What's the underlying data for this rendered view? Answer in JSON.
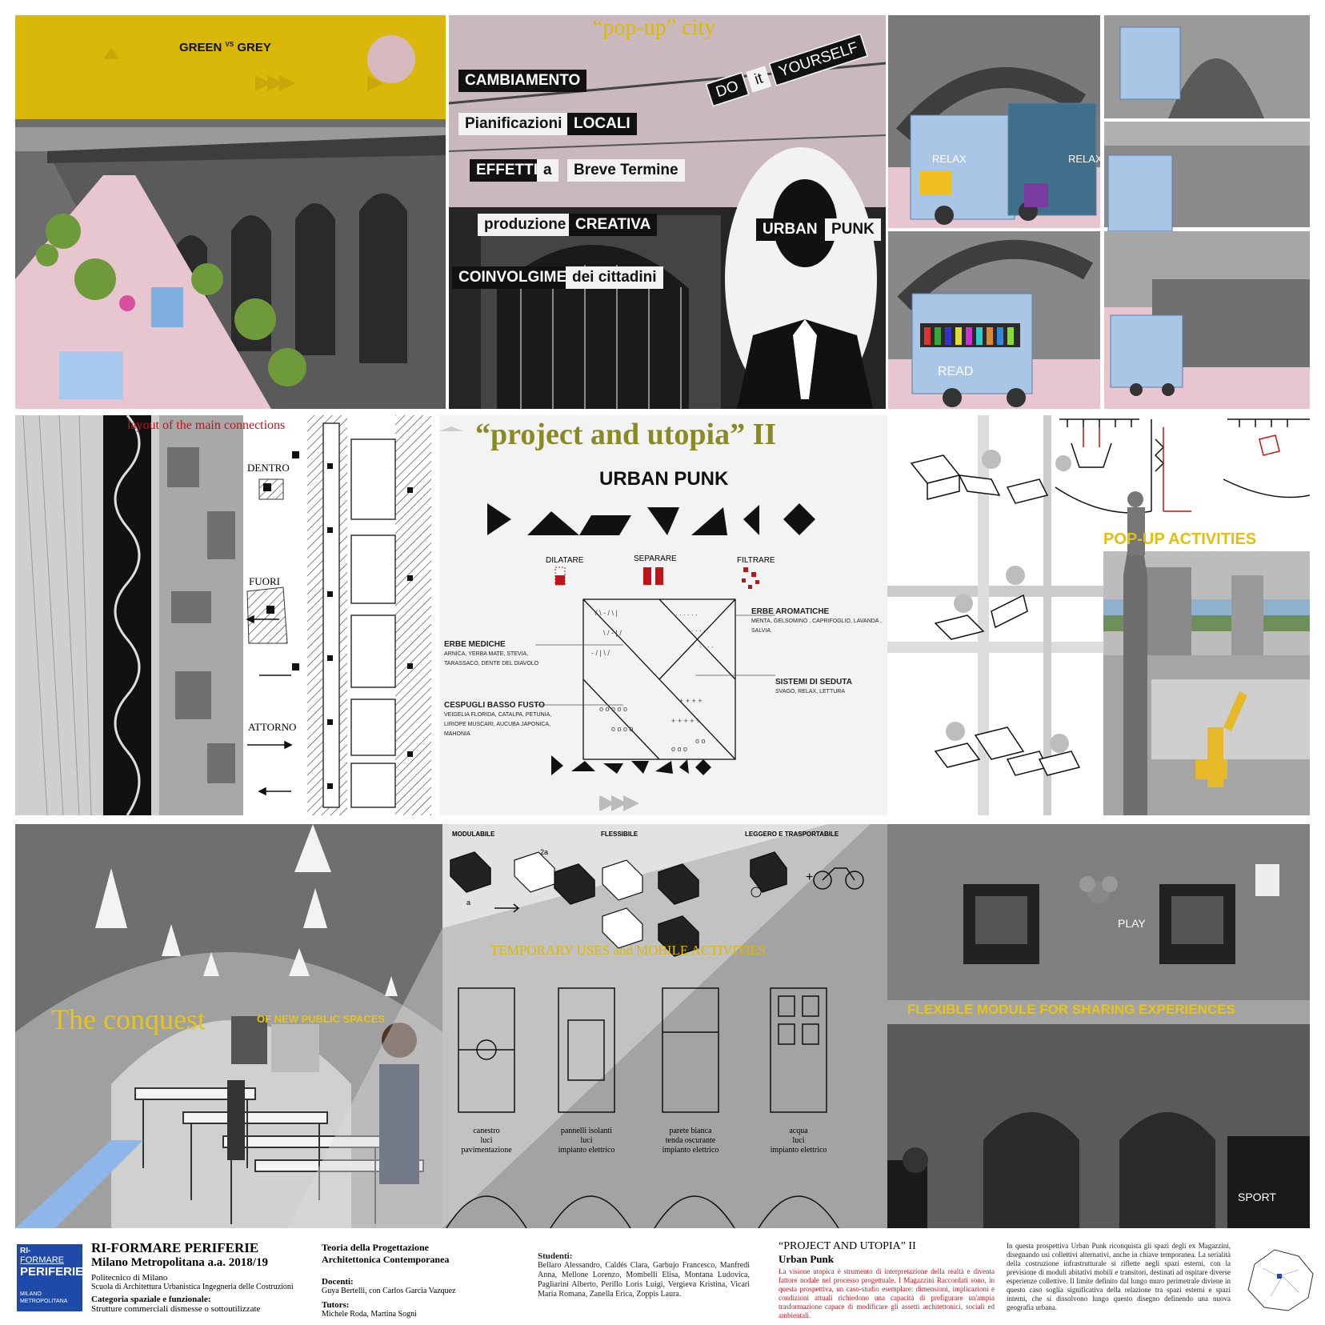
{
  "row1": {
    "green": {
      "title_a": "GREEN",
      "title_vs": "VS",
      "title_b": "GREY"
    },
    "popup": {
      "title": "“pop-up” city",
      "labels": [
        "CAMBIAMENTO",
        "Pianificazioni",
        "LOCALI",
        "EFFETTI",
        "a",
        "Breve Termine",
        "produzione",
        "CREATIVA",
        "COINVOLGIMENTO",
        "dei cittadini",
        "URBAN",
        "PUNK"
      ],
      "diy": [
        "DO",
        "it",
        "YOURSELF"
      ]
    },
    "trailers": {
      "relax": "RELAX",
      "relax2": "RELAX",
      "read": "READ"
    }
  },
  "row2": {
    "connections": {
      "title": "layout of the main connections",
      "dentro": "DENTRO",
      "fuori": "FUORI",
      "attorno": "ATTORNO"
    },
    "utopia": {
      "title": "“project and utopia” II",
      "subtitle": "URBAN PUNK",
      "ops": [
        "DILATARE",
        "SEPARARE",
        "FILTRARE"
      ],
      "tags": [
        {
          "head": "ERBE AROMATICHE",
          "body": "MENTA, GELSOMINO , CAPRIFOGLIO, LAVANDA , SALVIA"
        },
        {
          "head": "ERBE MEDICHE",
          "body": "ARNICA, YERBA MATE, STEVIA, TARASSACO, DENTE DEL DIAVOLO"
        },
        {
          "head": "SISTEMI DI SEDUTA",
          "body": "SVAGO, RELAX, LETTURA"
        },
        {
          "head": "CESPUGLI BASSO FUSTO",
          "body": "VEIGELIA FLORIDA, CATALPA, PETUNIA, LIRIOPE MUSCARI, AUCUBA JAPONICA, MAHONIA"
        }
      ]
    },
    "popup_act": "POP-UP ACTIVITIES"
  },
  "row3": {
    "conquest": {
      "a": "The conquest",
      "b": "OF NEW PUBLIC SPACES"
    },
    "modules": {
      "labels": [
        "MODULABILE",
        "FLESSIBILE",
        "LEGGERO E TRASPORTABILE"
      ],
      "a": "a",
      "a2": "2a",
      "plus": "+",
      "temp": "TEMPORARY USES and MOBILE ACTIVITIES",
      "plans": [
        {
          "l1": "canestro",
          "l2": "luci",
          "l3": "pavimentazione"
        },
        {
          "l1": "pannelli isolanti",
          "l2": "luci",
          "l3": "impianto elettrico"
        },
        {
          "l1": "parete bianca",
          "l2": "tenda oscurante",
          "l3": "impianto elettrico"
        },
        {
          "l1": "acqua",
          "l2": "luci",
          "l3": "impianto elettrico"
        }
      ]
    },
    "flex": "FLEXIBLE MODULE FOR SHARING EXPERIENCES",
    "play": "PLAY",
    "sport": "SPORT"
  },
  "footer": {
    "logo_top": "RI-",
    "logo_mid": "FORMARE",
    "logo_big": "PERIFERIE",
    "logo_sub": "MILANO METROPOLITANA",
    "title": "RI-FORMARE PERIFERIE",
    "subtitle": "Milano Metropolitana a.a. 2018/19",
    "uni": "Politecnico di Milano",
    "school": "Scuola di Architettura Urbanistica Ingegneria delle Costruzioni",
    "cat_head": "Categoria spaziale e funzionale:",
    "cat_body": "Strutture commerciali dismesse o sottoutilizzate",
    "course1": "Teoria della Progettazione",
    "course2": "Architettonica Contemporanea",
    "docenti_h": "Docenti:",
    "docenti": "Guya Bertelli, con Carlos Garcia Vazquez",
    "tutors_h": "Tutors:",
    "tutors": "Michele Roda, Martina Sogni",
    "students_h": "Studenti:",
    "students": "Bellaro Alessandro, Caldés Clara, Garbujo Francesco, Manfredi Anna, Mellone Lorenzo, Mombelli Elisa, Montana Ludovica, Pagliarini Alberto, Perillo Loris Luigi, Vergieva Kristina, Vicari Maria Romana, Zanella Erica, Zoppis Laura.",
    "proj_title": "“PROJECT AND UTOPIA” II",
    "proj_sub": "Urban Punk",
    "red_text": "La visione utopica è strumento di interpretazione della realtà e diventa fattore nodale nel processo progettuale. I Magazzini Raccordati sono, in questa prospettiva, un caso-studio esemplare: dimensioni, implicazioni e condizioni attuali richiedono una capacità di prefigurare un'ampia trasformazione capace di modificare gli assetti architettonici, sociali ed ambientali.",
    "desc": "In questa prospettiva Urban Punk riconquista gli spazi degli ex Magazzini, disegnando usi collettivi alternativi, anche in chiave temporanea. La serialità della costruzione infrastrutturale si riflette negli spazi esterni, con la previsione di moduli abitativi mobili e transitori, destinati ad ospitare diverse esperienze collettive. Il limite definito dal lungo muro perimetrale diviene in questo caso soglia significativa della relazione tra spazi esterni e spazi interni, che si dissolvono lungo questo disegno definendo una nuova geografia urbana.",
    "colors": {
      "accent_yellow": "#d9b80a",
      "brand_blue": "#1f4aa8",
      "red": "#c0141a",
      "olive": "#8a8a24"
    }
  }
}
